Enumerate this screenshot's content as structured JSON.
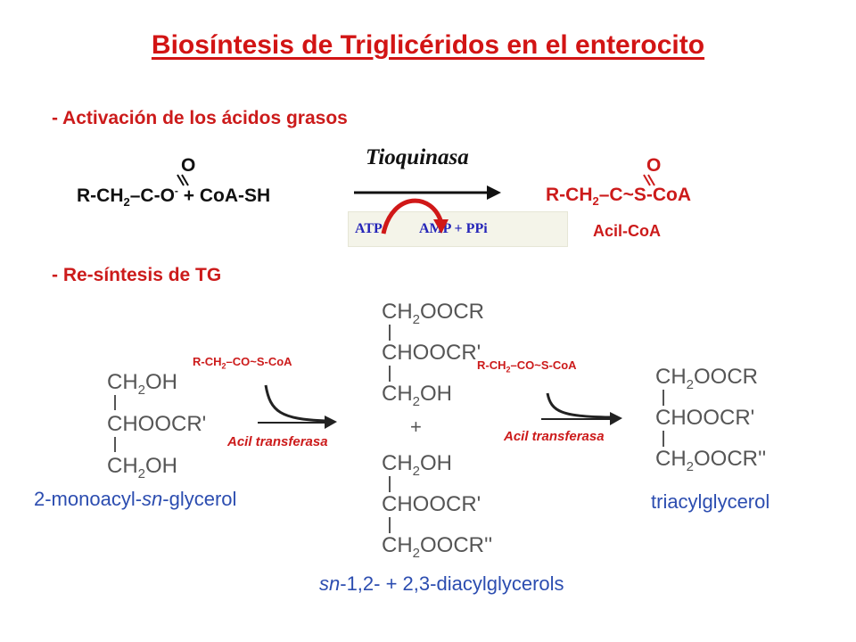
{
  "title": "Biosíntesis de Triglicéridos en el enterocito",
  "section1": "- Activación de los ácidos grasos",
  "section2": "- Re-síntesis de TG",
  "reaction1": {
    "o_left": "O",
    "o_right": "O",
    "reactant_prefix": "R-CH",
    "reactant_sub": "2",
    "reactant_mid": "–C-O",
    "reactant_sup": "-",
    "plus_coa": " + CoA-SH",
    "enzyme": "Tioquinasa",
    "atp": "ATP",
    "amp": "AMP + PPi",
    "product_prefix": "R-CH",
    "product_sub": "2",
    "product_mid": "–C~S-CoA",
    "product_name": "Acil-CoA"
  },
  "molecules": {
    "mono": [
      "CH",
      "OH",
      "CHOOCR'",
      "CH",
      "OH"
    ],
    "dag1": {
      "r1": "OOCR",
      "r2": "CHOOCR'",
      "r3": "OH"
    },
    "dag2": {
      "r1": "OH",
      "r2": "CHOOCR'",
      "r3": "OOCR''"
    },
    "tag": {
      "r1": "OOCR",
      "r2": "CHOOCR'",
      "r3": "OOCR''"
    },
    "plus": "+",
    "ch2": "CH",
    "sub2": "2"
  },
  "reagents": {
    "r1_prefix": "R-CH",
    "r1_sub": "2",
    "r1_suffix": "–CO~S-CoA",
    "r2_prefix": "R-CH",
    "r2_sub": "2",
    "r2_suffix": "–CO~S-CoA",
    "enzyme1": "Acil transferasa",
    "enzyme2": "Acil transferasa"
  },
  "labels": {
    "mono_prefix": "2-monoacyl-",
    "mono_italic": "sn",
    "mono_suffix": "-glycerol",
    "dag_italic": "sn",
    "dag_suffix": "-1,2- + 2,3-diacylglycerols",
    "tag": "triacylglycerol"
  },
  "colors": {
    "title": "#d21414",
    "section": "#cc1b1b",
    "cofactor": "#2424b8",
    "label": "#2c4db0"
  }
}
